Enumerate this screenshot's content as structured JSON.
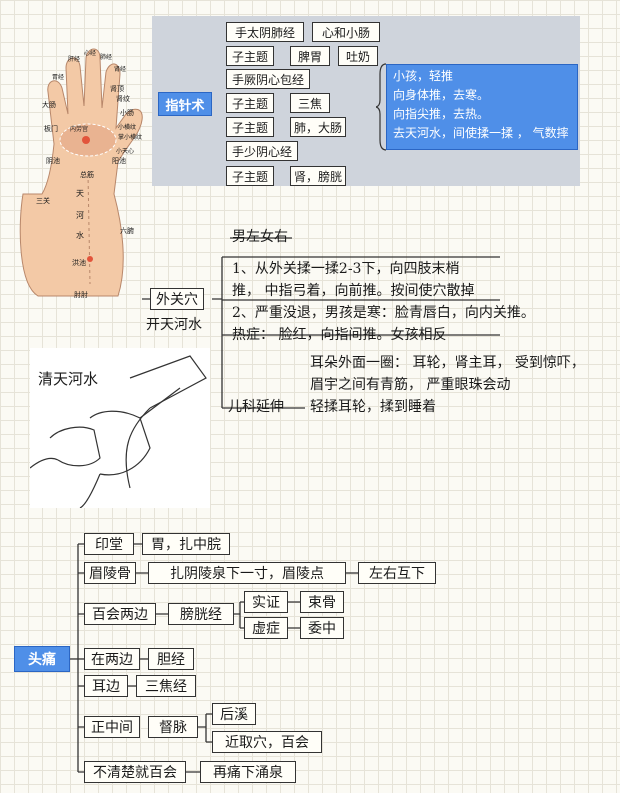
{
  "zhizhenshu": {
    "root": "指针术",
    "items": [
      "手太阴肺经",
      "子主题",
      "手厥阴心包经",
      "子主题",
      "子主题",
      "手少阴心经",
      "子主题"
    ],
    "leaves": [
      "心和小肠",
      "脾胃",
      "吐奶",
      "三焦",
      "肺，大肠",
      "肾，膀胱"
    ],
    "note": [
      "小孩，轻推",
      "向身体推，去寒。",
      "向指尖推，去热。",
      "去天河水，间使揉一揉 ， 气数摔"
    ]
  },
  "hand_labels": [
    "大肠",
    "肾顶",
    "肾纹",
    "小肠",
    "内劳宫",
    "小横纹",
    "掌小横纹",
    "小天心",
    "阳池",
    "总筋",
    "阴池",
    "板门",
    "三关",
    "天",
    "河",
    "水",
    "六腑",
    "洪池",
    "肘肘",
    "胃经",
    "肝经",
    "心经",
    "肺经",
    "肾经"
  ],
  "waiguan": {
    "title": "外关穴",
    "subtitle": "开天河水",
    "male_female": "男左女右",
    "line1": "1、从外关揉一揉2-3下，向四肢末梢",
    "line2": "推，  中指弓着，向前推。按间使穴散掉",
    "line3": "2、严重没退，男孩是寒：脸青唇白，向内关推。",
    "line4": "热症：  脸红，向指间推。女孩相反",
    "ext_title": "儿科延伸",
    "ext1": "耳朵外面一圈：  耳轮，肾主耳， 受到惊吓，",
    "ext2": "眉宇之间有青筋， 严重眼珠会动",
    "ext3": "轻揉耳轮，揉到睡着"
  },
  "sketch_label": "清天河水",
  "toutong": {
    "root": "头痛",
    "yintang": "印堂",
    "wei": "胃，扎中脘",
    "meilenggu": "眉陵骨",
    "zhayin": "扎阴陵泉下一寸，眉陵点",
    "zuoyou": "左右互下",
    "baihui": "百会两边",
    "pangguang": "膀胱经",
    "shizheng": "实证",
    "shugu": "束骨",
    "xuzheng": "虚症",
    "weizhong": "委中",
    "zailiangbian": "在两边",
    "danjing": "胆经",
    "erbian": "耳边",
    "sanjiao": "三焦经",
    "zhengzhongjian": "正中间",
    "dumai": "督脉",
    "houxi": "后溪",
    "jinqu": "近取穴，百会",
    "buqingchu": "不清楚就百会",
    "zaitong": "再痛下涌泉"
  }
}
